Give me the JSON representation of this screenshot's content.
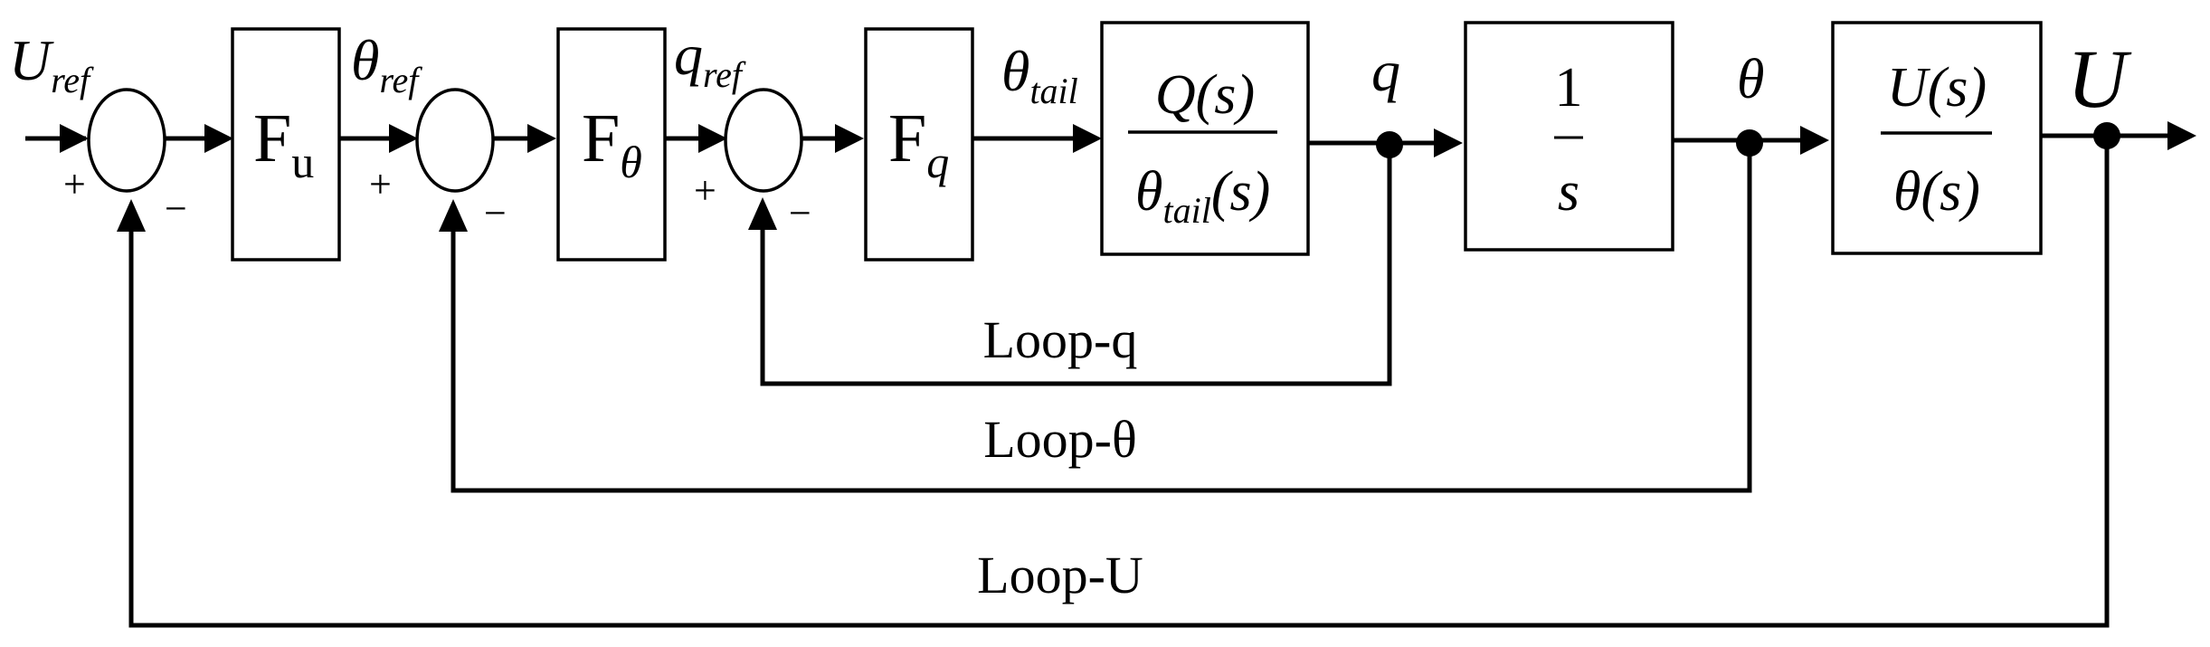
{
  "diagram": {
    "signals": {
      "u_ref_main": "U",
      "u_ref_sub": "ref",
      "theta_ref_main": "θ",
      "theta_ref_sub": "ref",
      "q_ref_main": "q",
      "q_ref_sub": "ref",
      "theta_tail_main": "θ",
      "theta_tail_sub": "tail",
      "q_out": "q",
      "theta_out": "θ",
      "u_out": "U"
    },
    "summing_junctions": {
      "sum_u": {
        "plus": "+",
        "minus": "−"
      },
      "sum_theta": {
        "plus": "+",
        "minus": "−"
      },
      "sum_q": {
        "plus": "+",
        "minus": "−"
      }
    },
    "blocks": {
      "fu": {
        "main": "F",
        "sub": "u"
      },
      "ftheta": {
        "main": "F",
        "sub": "θ"
      },
      "fq": {
        "main": "F",
        "sub": "q"
      },
      "q_over_thetatail": {
        "num": "Q(s)",
        "den_main": "θ",
        "den_sub": "tail",
        "den_rest": "(s)"
      },
      "integrator": {
        "num": "1",
        "den": "s"
      },
      "u_over_theta": {
        "num": "U(s)",
        "den": "θ(s)"
      }
    },
    "loops": {
      "loop_q": "Loop-q",
      "loop_theta": "Loop-θ",
      "loop_u": "Loop-U"
    }
  }
}
